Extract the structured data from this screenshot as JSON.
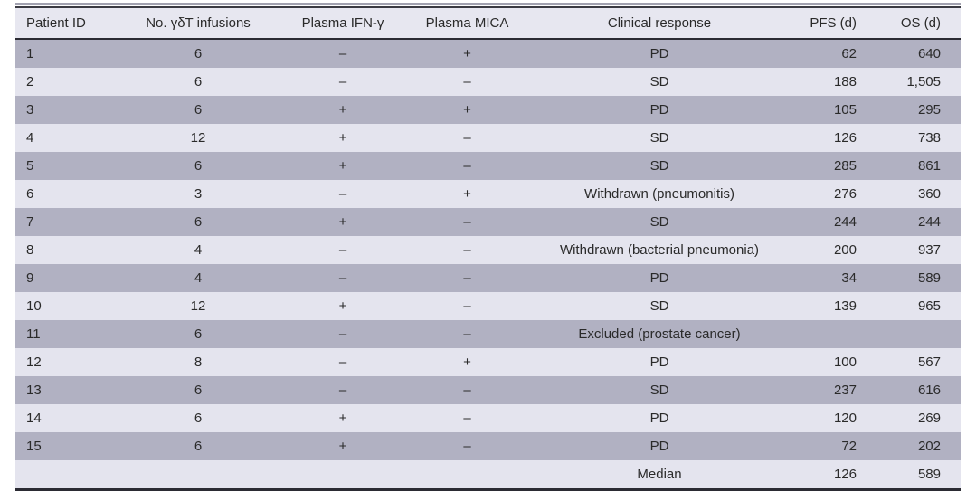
{
  "table": {
    "columns": [
      {
        "label": "Patient ID"
      },
      {
        "label": "No. γδT infusions"
      },
      {
        "label": "Plasma IFN-γ"
      },
      {
        "label": "Plasma MICA"
      },
      {
        "label": "Clinical response"
      },
      {
        "label": "PFS (d)"
      },
      {
        "label": "OS (d)"
      }
    ],
    "column_keys": [
      "patient-id",
      "infusions-count",
      "plasma-ifn-gamma",
      "plasma-mica",
      "clinical-response",
      "pfs-days",
      "os-days"
    ],
    "rows": [
      [
        "1",
        "6",
        "–",
        "+",
        "PD",
        "62",
        "640"
      ],
      [
        "2",
        "6",
        "–",
        "–",
        "SD",
        "188",
        "1,505"
      ],
      [
        "3",
        "6",
        "+",
        "+",
        "PD",
        "105",
        "295"
      ],
      [
        "4",
        "12",
        "+",
        "–",
        "SD",
        "126",
        "738"
      ],
      [
        "5",
        "6",
        "+",
        "–",
        "SD",
        "285",
        "861"
      ],
      [
        "6",
        "3",
        "–",
        "+",
        "Withdrawn (pneumonitis)",
        "276",
        "360"
      ],
      [
        "7",
        "6",
        "+",
        "–",
        "SD",
        "244",
        "244"
      ],
      [
        "8",
        "4",
        "–",
        "–",
        "Withdrawn (bacterial pneumonia)",
        "200",
        "937"
      ],
      [
        "9",
        "4",
        "–",
        "–",
        "PD",
        "34",
        "589"
      ],
      [
        "10",
        "12",
        "+",
        "–",
        "SD",
        "139",
        "965"
      ],
      [
        "11",
        "6",
        "–",
        "–",
        "Excluded (prostate cancer)",
        "",
        ""
      ],
      [
        "12",
        "8",
        "–",
        "+",
        "PD",
        "100",
        "567"
      ],
      [
        "13",
        "6",
        "–",
        "–",
        "SD",
        "237",
        "616"
      ],
      [
        "14",
        "6",
        "+",
        "–",
        "PD",
        "120",
        "269"
      ],
      [
        "15",
        "6",
        "+",
        "–",
        "PD",
        "72",
        "202"
      ],
      [
        "",
        "",
        "",
        "",
        "Median",
        "126",
        "589"
      ]
    ],
    "summary_row_label": "Median"
  },
  "colors": {
    "row_dark": "#b1b1c2",
    "row_light": "#e4e4ee",
    "header_bg": "#e7e7f0",
    "rule_dark": "#2b2b33",
    "rule_gray": "#a2a2b0",
    "text": "#2a2a2a"
  }
}
